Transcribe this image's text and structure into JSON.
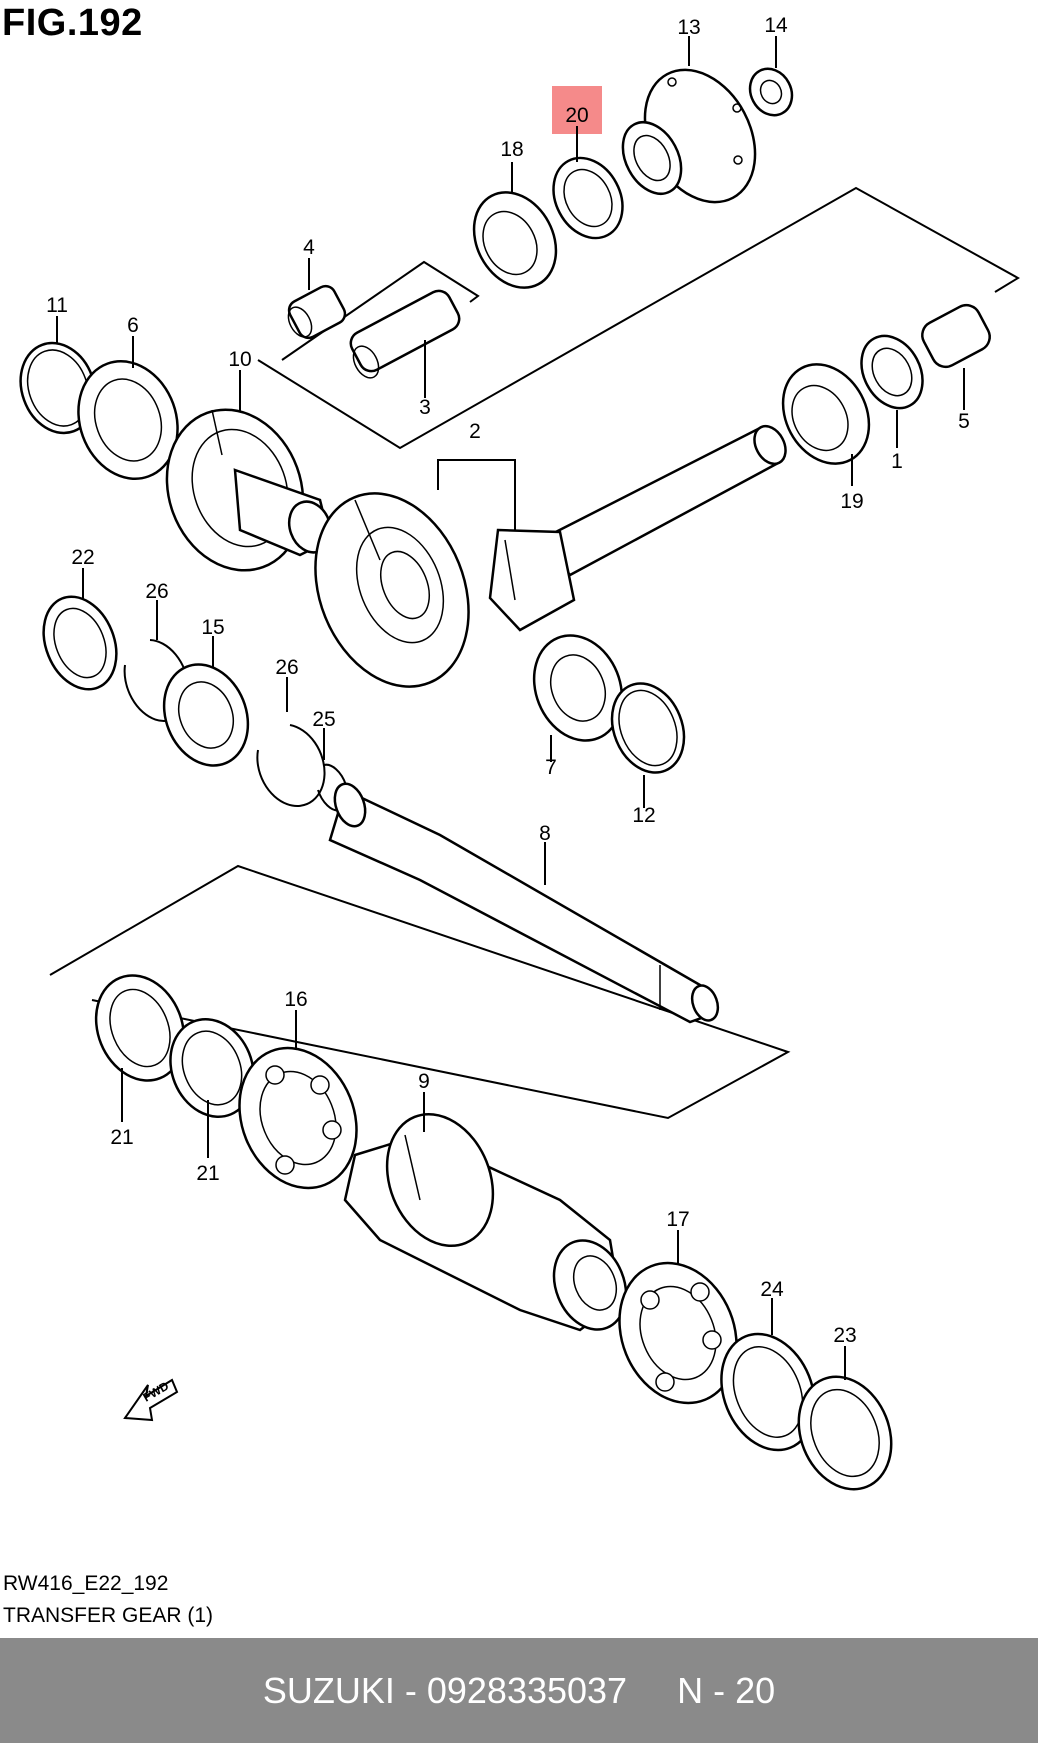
{
  "figure": {
    "title": "FIG.192",
    "drawing_code": "RW416_E22_192",
    "drawing_name": "TRANSFER GEAR (1)"
  },
  "highlight": {
    "part_number": "20",
    "color": "#f58a8a"
  },
  "callouts": {
    "p1": "1",
    "p2": "2",
    "p3": "3",
    "p4": "4",
    "p5": "5",
    "p6": "6",
    "p7": "7",
    "p8": "8",
    "p9": "9",
    "p10": "10",
    "p11": "11",
    "p12": "12",
    "p13": "13",
    "p14": "14",
    "p15": "15",
    "p16": "16",
    "p17": "17",
    "p18": "18",
    "p19": "19",
    "p20": "20",
    "p21a": "21",
    "p21b": "21",
    "p22": "22",
    "p23": "23",
    "p24": "24",
    "p25": "25",
    "p26a": "26",
    "p26b": "26"
  },
  "fwd_arrow": {
    "label": "FWD",
    "icon": "fwd-arrow-icon"
  },
  "footer": {
    "text": "SUZUKI - 0928335037     N - 20",
    "background": "#8a8a8a"
  }
}
